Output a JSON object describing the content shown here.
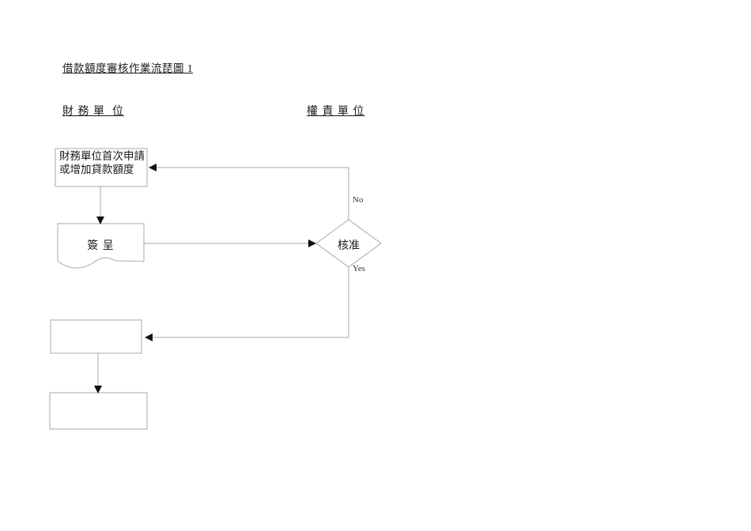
{
  "title": "借款額度審核作業流琵圖 1",
  "columns": {
    "left": "財 務 單  位",
    "right": "權 責 單 位"
  },
  "nodes": {
    "apply": {
      "line1": "財務單位首次申請",
      "line2": "或增加貸款額度"
    },
    "memo": {
      "label": "簽 呈"
    },
    "decision": {
      "label": "核准"
    },
    "result1": {
      "label": ""
    },
    "result2": {
      "label": ""
    }
  },
  "edge_labels": {
    "no": "No",
    "yes": "Yes"
  },
  "colors": {
    "background": "#ffffff",
    "line": "#a8a8a8",
    "text": "#1a1a1a",
    "arrowhead": "#111111"
  }
}
